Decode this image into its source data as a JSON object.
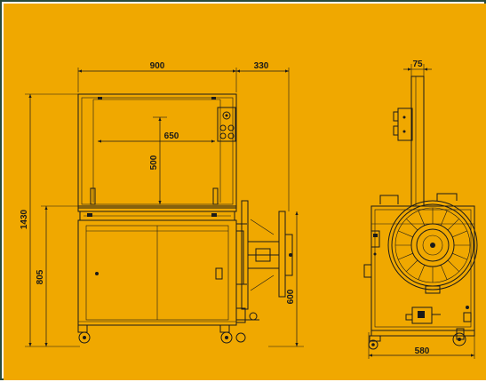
{
  "colors": {
    "background": "#f0a800",
    "line": "#1a1a1a",
    "frame": "#2a4a3a"
  },
  "dimensions": {
    "overall_width": "900",
    "reel_extension": "330",
    "arch_inner_width": "650",
    "arch_inner_height": "500",
    "overall_height": "1430",
    "table_height": "805",
    "reel_height": "600",
    "side_column_width": "75",
    "side_width": "580"
  }
}
